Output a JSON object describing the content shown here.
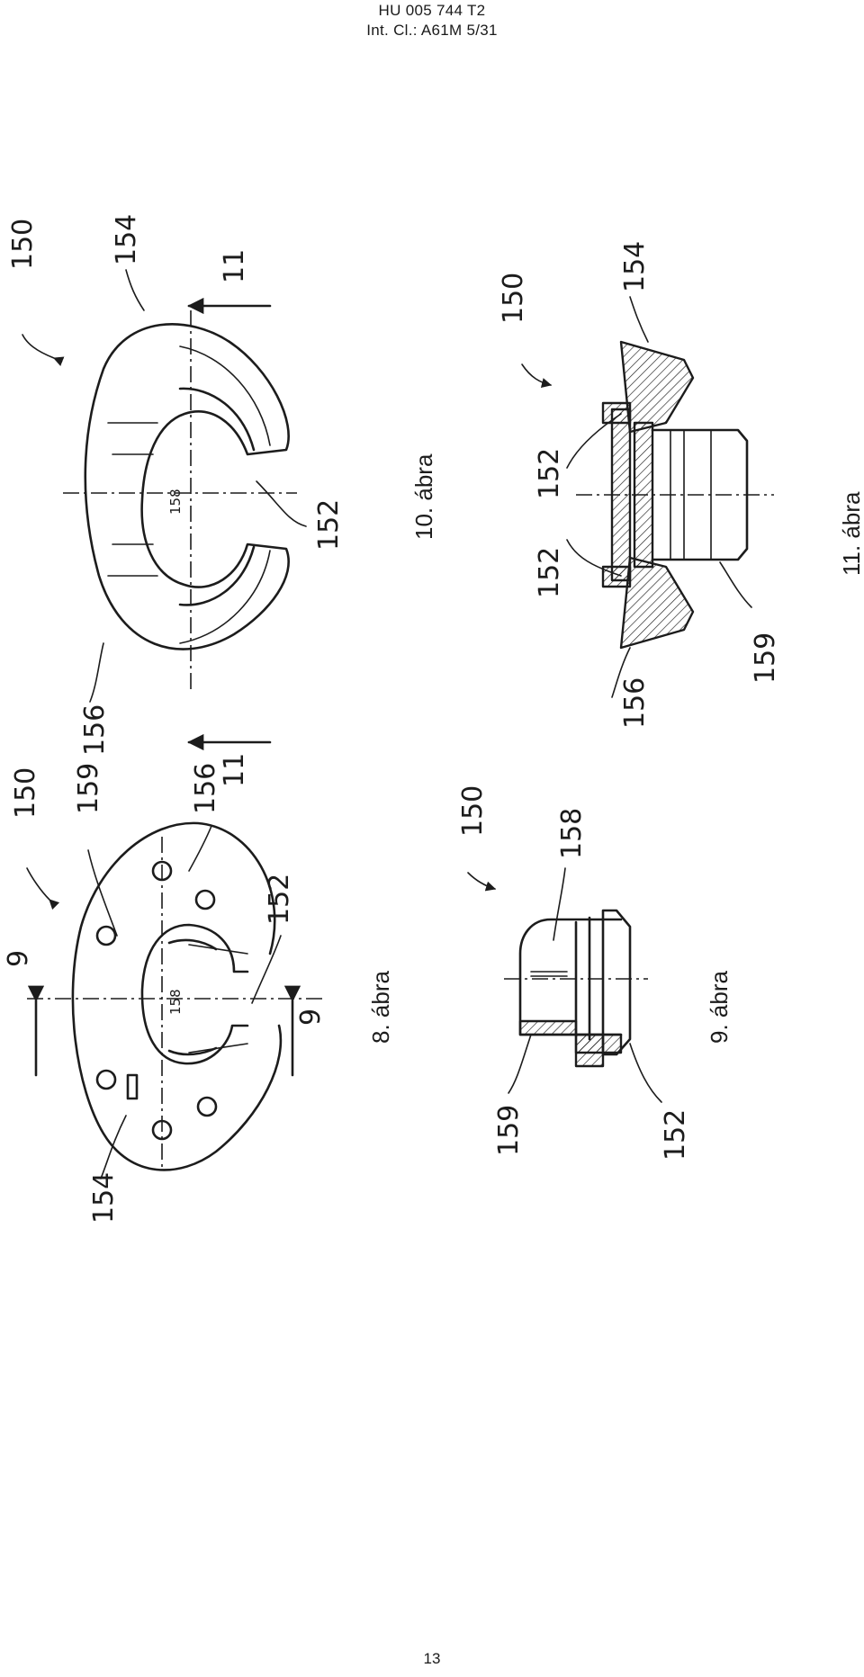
{
  "header": {
    "doc_number": "HU 005 744 T2",
    "classification": "Int. Cl.: A61M 5/31"
  },
  "page_number": "13",
  "figures": [
    {
      "caption": "8. ábra",
      "labels": {
        "main": "150",
        "a": "159",
        "b": "156",
        "c": "152",
        "d": "154",
        "inner": "158",
        "sec_top": "9",
        "sec_bottom": "9"
      }
    },
    {
      "caption": "9. ábra",
      "labels": {
        "main": "150",
        "a": "158",
        "b": "159",
        "c": "152"
      }
    },
    {
      "caption": "10. ábra",
      "labels": {
        "main": "150",
        "a": "154",
        "b": "152",
        "c": "156",
        "inner": "158",
        "sec_top": "11",
        "sec_bottom": "11"
      }
    },
    {
      "caption": "11. ábra",
      "labels": {
        "main": "150",
        "a": "154",
        "b": "152",
        "c": "152",
        "d": "156",
        "e": "159"
      }
    }
  ]
}
